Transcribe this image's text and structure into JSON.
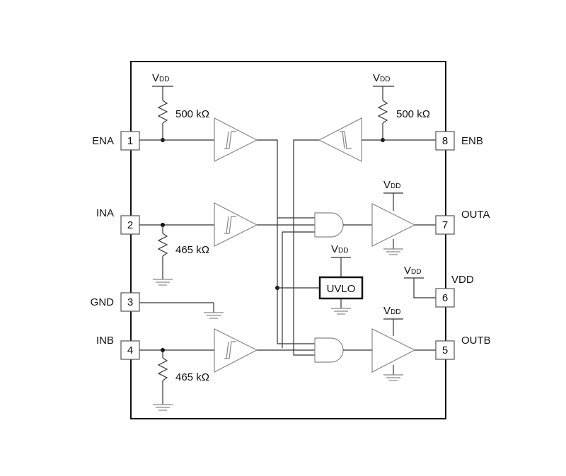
{
  "pins": {
    "p1": {
      "num": "1",
      "name": "ENA"
    },
    "p2": {
      "num": "2",
      "name": "INA"
    },
    "p3": {
      "num": "3",
      "name": "GND"
    },
    "p4": {
      "num": "4",
      "name": "INB"
    },
    "p5": {
      "num": "5",
      "name": "OUTB"
    },
    "p6": {
      "num": "6",
      "name": "VDD"
    },
    "p7": {
      "num": "7",
      "name": "OUTA"
    },
    "p8": {
      "num": "8",
      "name": "ENB"
    }
  },
  "resistors": {
    "ena": "500 kΩ",
    "enb": "500 kΩ",
    "ina": "465 kΩ",
    "inb": "465 kΩ"
  },
  "supply": {
    "main": "V",
    "sub": "DD"
  },
  "uvlo_label": "UVLO"
}
